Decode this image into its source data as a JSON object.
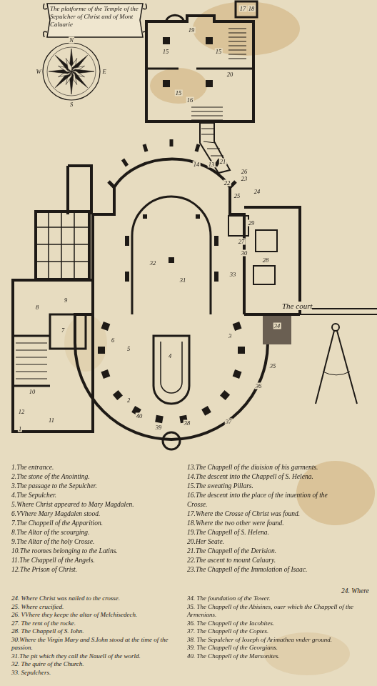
{
  "diagram": {
    "title": "The platforme of the Temple of the Sepulcher of Christ and of Mont Caluarie",
    "labels": [
      "1",
      "2",
      "3",
      "4",
      "5",
      "6",
      "7",
      "8",
      "9",
      "10",
      "11",
      "12",
      "13",
      "14",
      "15",
      "15",
      "15",
      "16",
      "17",
      "18",
      "19",
      "20",
      "21",
      "22",
      "23",
      "24",
      "25",
      "26",
      "27",
      "28",
      "29",
      "30",
      "31",
      "32",
      "33",
      "34",
      "35",
      "36",
      "37",
      "38",
      "39",
      "40",
      "The court",
      "N",
      "E",
      "S",
      "W",
      "1.The entrance.",
      "2.The stone of the Anointing.",
      "3.The passage to the Sepulcher.",
      "4.The Sepulcher.",
      "5.Where Christ appeared to Mary Magdalen.",
      "6.VVhere Mary Magdalen stood.",
      "7.The Chappell of the Apparition.",
      "8.The Altar of the scourging.",
      "9.The Altar of the holy Crosse.",
      "10.The roomes belonging to the Latins.",
      "11.The Chappell of the Angels.",
      "12.The Prison of Christ.",
      "13.The Chappell of the diuision of his garments.",
      "14.The descent into the Chappell of S. Helena.",
      "15.The sweating Pillars.",
      "16.The descent into the place of the inuention of the Crosse.",
      "17.Where the Crosse of Christ was found.",
      "18.Where the two other were found.",
      "19.The Chappell of S. Helena.",
      "20.Her Seate.",
      "21.The Chappell of the Derision.",
      "22.The ascent to mount Caluary.",
      "23.The Chappell of the Immolation of Isaac.",
      "24. Where",
      "24. Where Christ was nailed to the crosse.",
      "25. Where crucified.",
      "26. VVhere they keepe the altar of Melchisedech.",
      "27. The rent of the rocke.",
      "28. The Chappell of S. Iohn.",
      "30.Where the Virgin Mary and S.Iohn stood at the time of the passion.",
      "31.The pit which they call the Nauell of the world.",
      "32. The quire of the Church.",
      "33. Sepulchers.",
      "34. The foundation of the Tower.",
      "35. The Chappell of the Abisines, ouer which the Chappell of the Armenians.",
      "36. The Chappell of the Iacobites.",
      "37. The Chappell of the Coptes.",
      "38. The Sepulcher of Ioseph of Arimathea vnder ground.",
      "39. The Chappell of the Georgians.",
      "40. The Chappell of the Marsonites."
    ]
  }
}
